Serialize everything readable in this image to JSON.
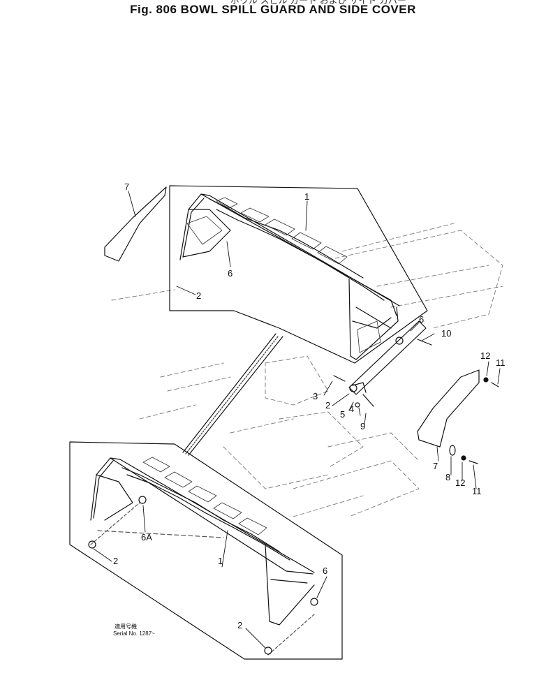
{
  "header": {
    "title_jp": "ボウル スピル ガード および サイド カバー",
    "title": "Fig. 806 BOWL SPILL GUARD AND SIDE COVER"
  },
  "callouts": [
    {
      "id": "c7a",
      "label": "7"
    },
    {
      "id": "c1a",
      "label": "1"
    },
    {
      "id": "c6a",
      "label": "6"
    },
    {
      "id": "c2a",
      "label": "2"
    },
    {
      "id": "c6b",
      "label": "6"
    },
    {
      "id": "c10",
      "label": "10"
    },
    {
      "id": "c3",
      "label": "3"
    },
    {
      "id": "c2b",
      "label": "2"
    },
    {
      "id": "c5",
      "label": "5"
    },
    {
      "id": "c4",
      "label": "4"
    },
    {
      "id": "c9",
      "label": "9"
    },
    {
      "id": "c12a",
      "label": "12"
    },
    {
      "id": "c11a",
      "label": "11"
    },
    {
      "id": "c7b",
      "label": "7"
    },
    {
      "id": "c8",
      "label": "8"
    },
    {
      "id": "c12b",
      "label": "12"
    },
    {
      "id": "c11b",
      "label": "11"
    },
    {
      "id": "c6A",
      "label": "6A"
    },
    {
      "id": "c2c",
      "label": "2"
    },
    {
      "id": "c1b",
      "label": "1"
    },
    {
      "id": "c6c",
      "label": "6"
    },
    {
      "id": "c2d",
      "label": "2"
    }
  ],
  "serial": {
    "jp": "適用号機",
    "text": "Serial No. 1287~"
  }
}
